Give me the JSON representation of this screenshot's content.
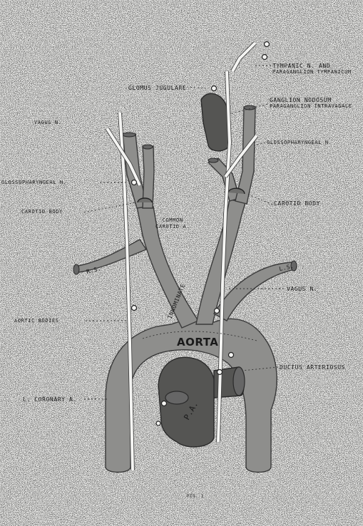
{
  "labels": {
    "tympanic_line1": "Tympanic n. and",
    "tympanic_line2": "paraganglion tympanicum",
    "glomus_jugulare": "Glomus jugulare",
    "ganglion_line1": "Ganglion nodosum",
    "ganglion_line2": "paraganglion intravagale",
    "vagus_left": "Vagus n.",
    "glossopharyngeal_right": "Glossopharyngeal n.",
    "glossopharyngeal_left": "Glossopharyngeal n.",
    "carotid_body_left": "Carotid body",
    "carotid_body_right": "Carotid body",
    "common_carotid_line1": "Common",
    "common_carotid_line2": "carotid a.",
    "vagus_right": "Vagus n.",
    "aortic_bodies": "Aortic bodies",
    "ductus_arteriosus": "Ductus arteriosus",
    "l_coronary": "L. coronary a.",
    "aorta": "AORTA",
    "innominate": "Innominate",
    "rs": "R.S.",
    "ls": "L.S.",
    "pa": "P.A.",
    "figure_caption": "Fig. 1"
  },
  "colors": {
    "vessel": "#8e8e8c",
    "vessel_dark": "#555553",
    "nerve": "#f4f4f2",
    "outline": "#3a3a3a",
    "background": "#e9e9e7"
  }
}
